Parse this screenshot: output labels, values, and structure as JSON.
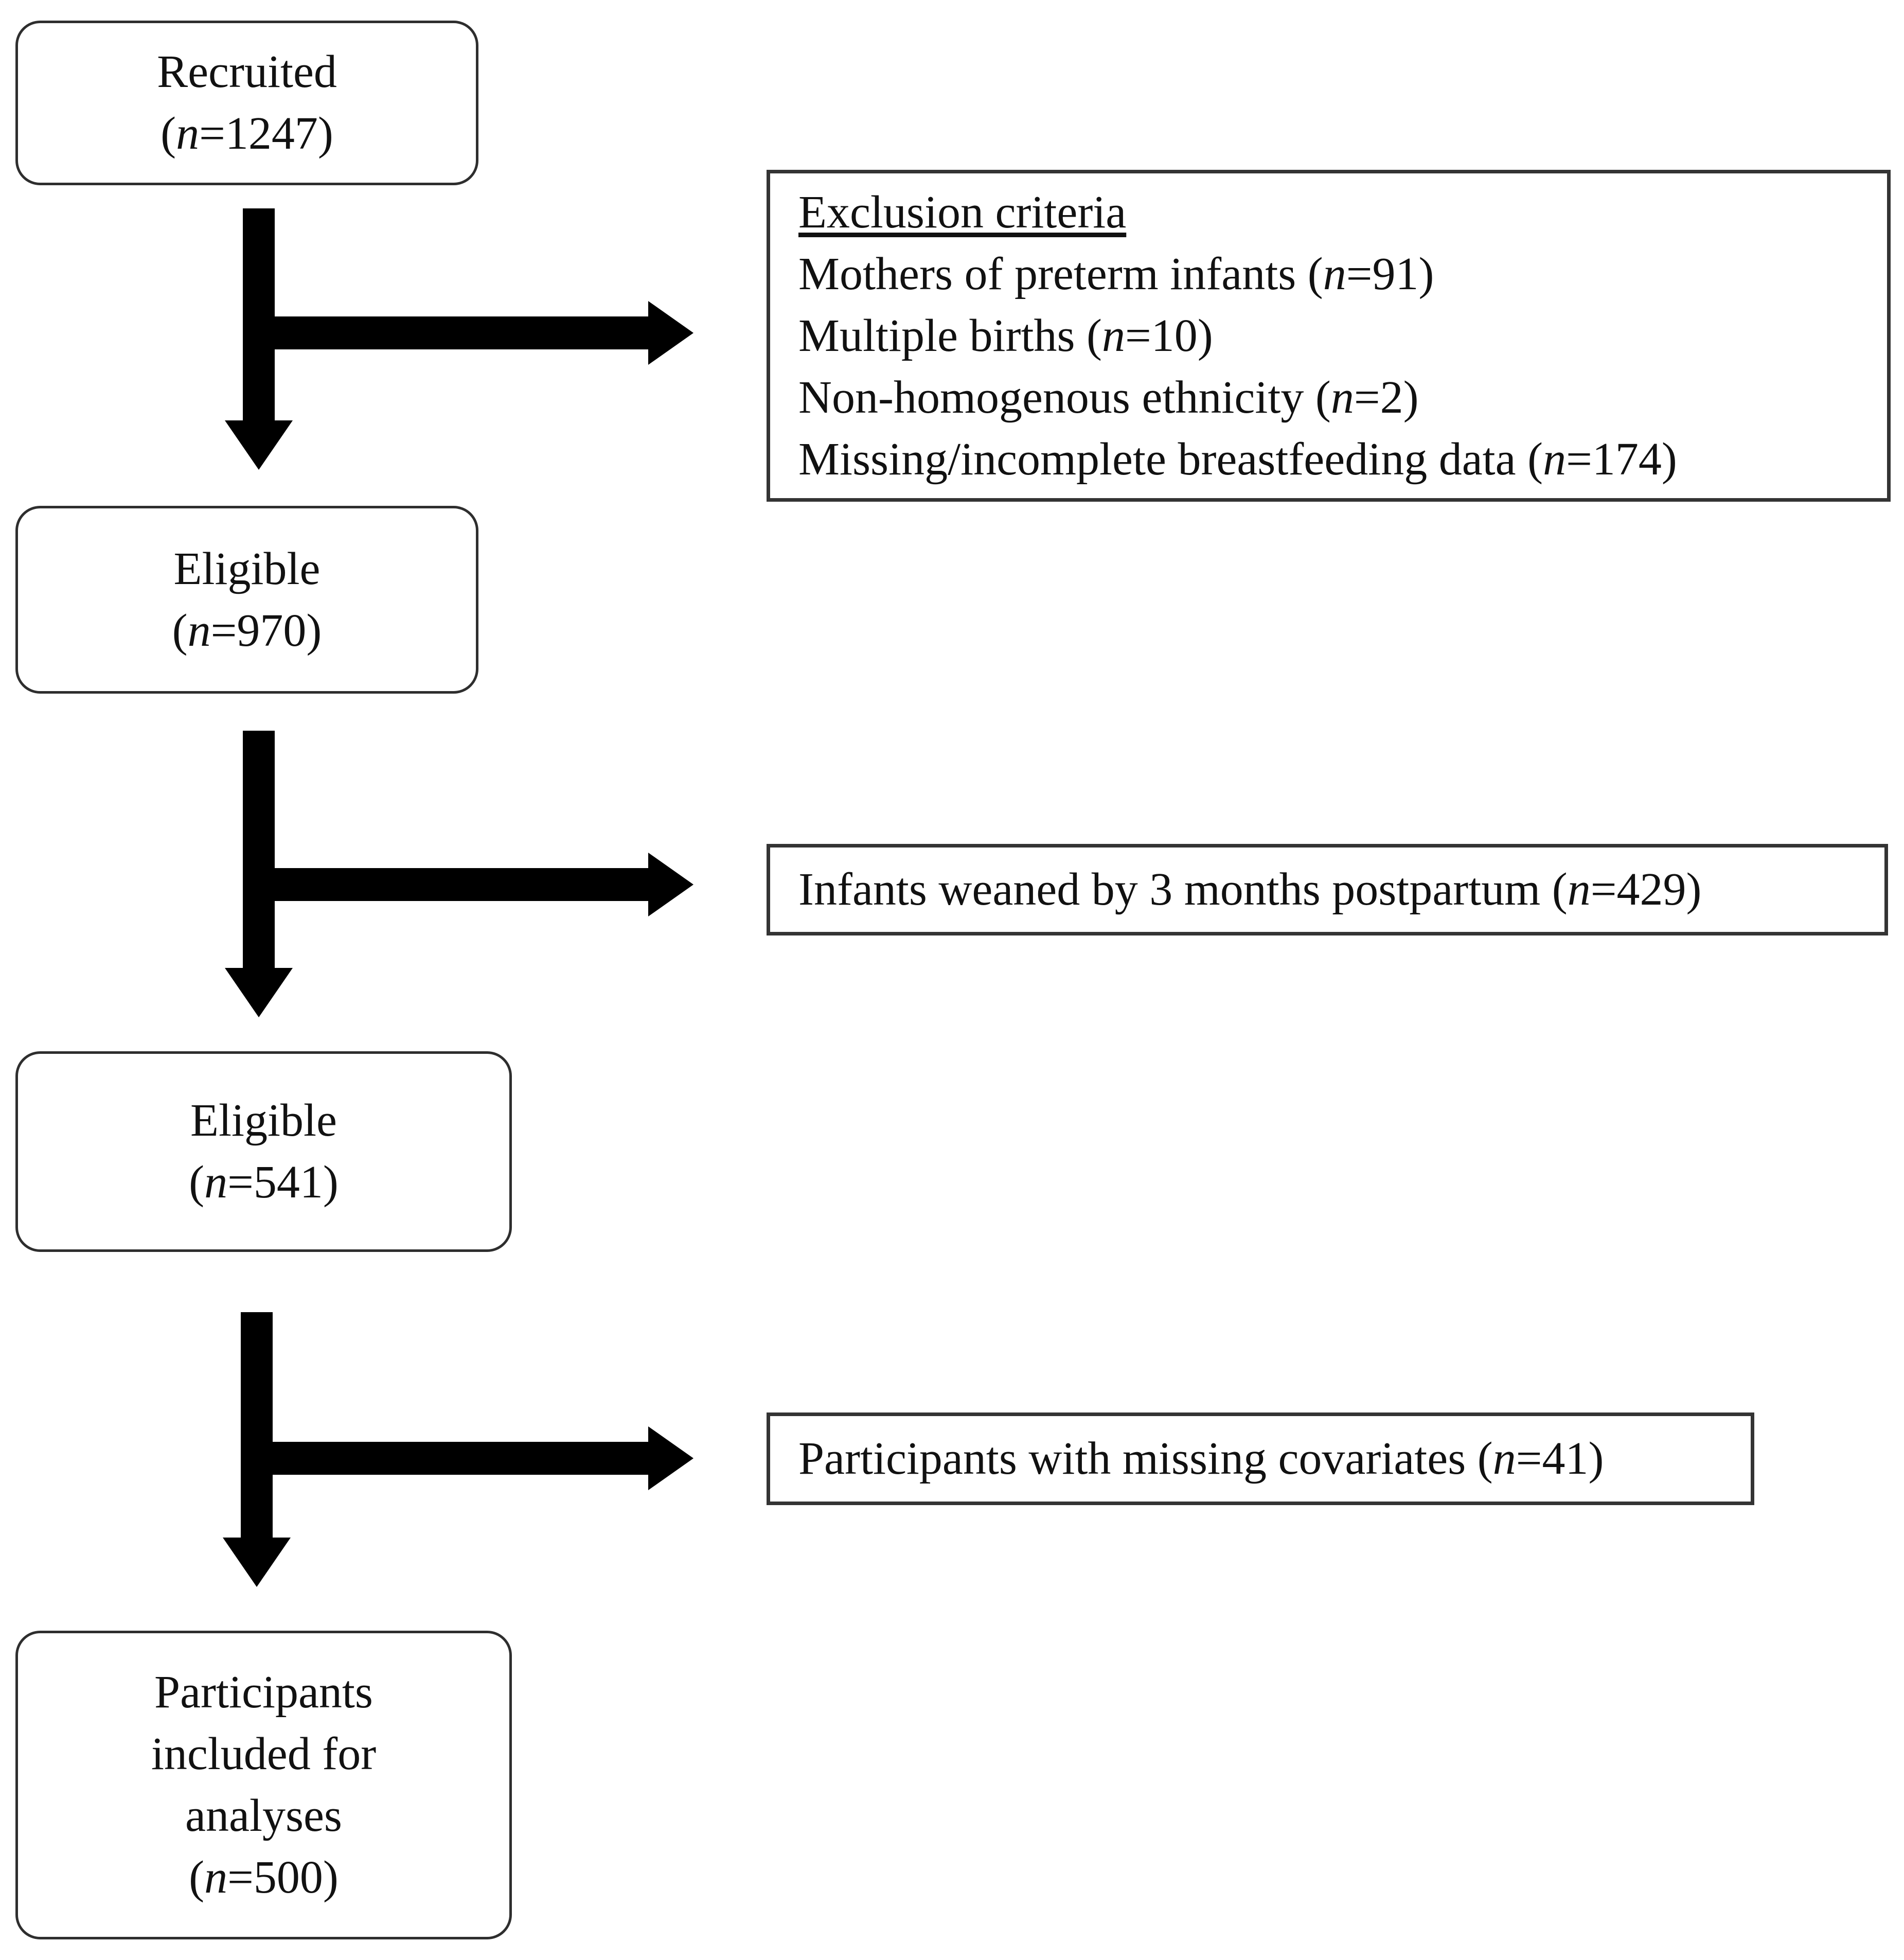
{
  "n_symbol": "n",
  "flow": {
    "recruited": {
      "line1": "Recruited",
      "pre": "(",
      "count": "=1247)"
    },
    "eligible_970": {
      "line1": "Eligible",
      "pre": "(",
      "count": "=970)"
    },
    "eligible_541": {
      "line1": "Eligible",
      "pre": "(",
      "count": "=541)"
    },
    "included": {
      "line1": "Participants",
      "line2": "included for",
      "line3": "analyses",
      "pre": "(",
      "count": "=500)"
    }
  },
  "side": {
    "exclusion": {
      "heading": "Exclusion criteria",
      "items": [
        {
          "text": "Mothers of preterm infants (",
          "count": "=91)"
        },
        {
          "text": "Multiple births (",
          "count": "=10)"
        },
        {
          "text": "Non-homogenous ethnicity (",
          "count": "=2)"
        },
        {
          "text": "Missing/incomplete breastfeeding data (",
          "count": "=174)"
        }
      ]
    },
    "weaned": {
      "text": "Infants weaned by 3 months postpartum (",
      "count": "=429)"
    },
    "missing_covariates": {
      "text": "Participants with missing covariates (",
      "count": "=41)"
    }
  }
}
